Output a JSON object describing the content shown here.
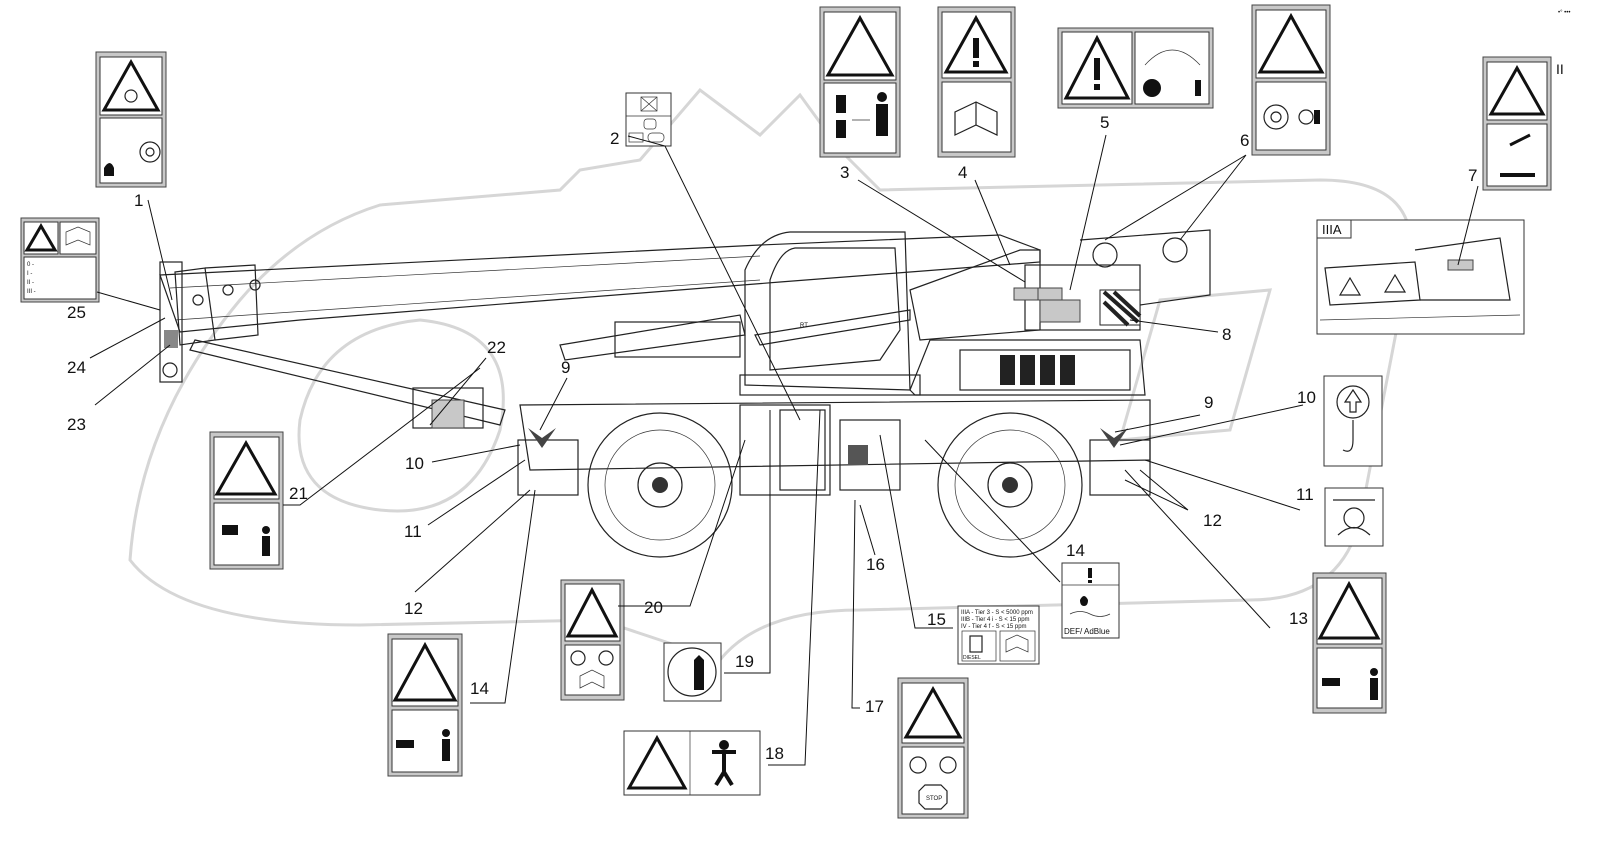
{
  "corner_mark": "•° •••",
  "inset": {
    "label": "IIIA"
  },
  "section_mark": "II",
  "callouts": [
    "1",
    "2",
    "3",
    "4",
    "5",
    "6",
    "7",
    "8",
    "9",
    "9",
    "10",
    "10",
    "11",
    "11",
    "12",
    "12",
    "13",
    "14",
    "14",
    "15",
    "16",
    "17",
    "18",
    "19",
    "20",
    "21",
    "22",
    "23",
    "24",
    "25"
  ],
  "decal_15": {
    "line1": "IIIA - Tier 3 - S < 5000 ppm",
    "line2": "IIIB - Tier 4 i - S < 15 ppm",
    "line3": "IV - Tier 4 f - S < 15 ppm",
    "fuel": "DIESEL"
  },
  "decal_14": {
    "text": "DEF/ AdBlue"
  },
  "decal_25": {
    "rows": [
      "0 -",
      "I -",
      "II -",
      "III -"
    ]
  },
  "decal_17": {
    "stop": "STOP"
  },
  "crane_logo": "RT"
}
